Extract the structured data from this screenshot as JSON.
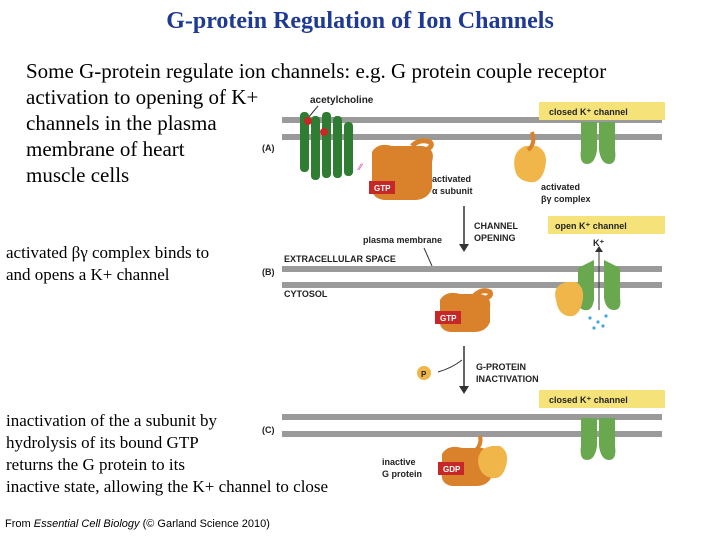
{
  "title": "G-protein Regulation of Ion Channels",
  "intro": {
    "line1": "Some G-protein regulate ion channels:  e.g. G protein couple receptor",
    "line2": "activation to opening of K+",
    "line3": "channels in the plasma",
    "line4": "membrane of heart",
    "line5": "muscle cells"
  },
  "note_b": {
    "line1": "activated βγ complex binds to",
    "line2": "and opens a K+ channel"
  },
  "note_c": {
    "line1": "inactivation of the a subunit by",
    "line2": "hydrolysis of its bound GTP",
    "line3": "returns the G protein to its",
    "line4": "inactive state, allowing the K+ channel to close"
  },
  "credit": {
    "prefix": "From ",
    "book": "Essential Cell Biology",
    "suffix": " (© Garland Science 2010)"
  },
  "figure": {
    "acetylcholine": "acetylcholine",
    "panel_a": "(A)",
    "panel_b": "(B)",
    "panel_c": "(C)",
    "closed_k_channel_top": "closed K⁺ channel",
    "open_k_channel": "open K⁺ channel",
    "closed_k_channel_bottom": "closed K⁺ channel",
    "activated_alpha_1": "activated",
    "activated_alpha_2": "α subunit",
    "activated_bg_1": "activated",
    "activated_bg_2": "βγ complex",
    "gtp": "GTP",
    "gdp": "GDP",
    "p": "P",
    "k_plus": "K⁺",
    "plasma_membrane": "plasma membrane",
    "channel_opening_1": "CHANNEL",
    "channel_opening_2": "OPENING",
    "extracellular": "EXTRACELLULAR SPACE",
    "cytosol": "CYTOSOL",
    "inactivation_1": "G-PROTEIN",
    "inactivation_2": "INACTIVATION",
    "inactive_1": "inactive",
    "inactive_2": "G protein"
  },
  "colors": {
    "title": "#1f3a93",
    "label_box": "#f5e37a",
    "membrane": "#9a9a9a",
    "receptor": "#2e7d32",
    "channel": "#6aa84f",
    "g_alpha": "#d9822b",
    "g_bg": "#f0b64a",
    "gtp_box": "#c62828",
    "ion": "#3fa9d9"
  }
}
